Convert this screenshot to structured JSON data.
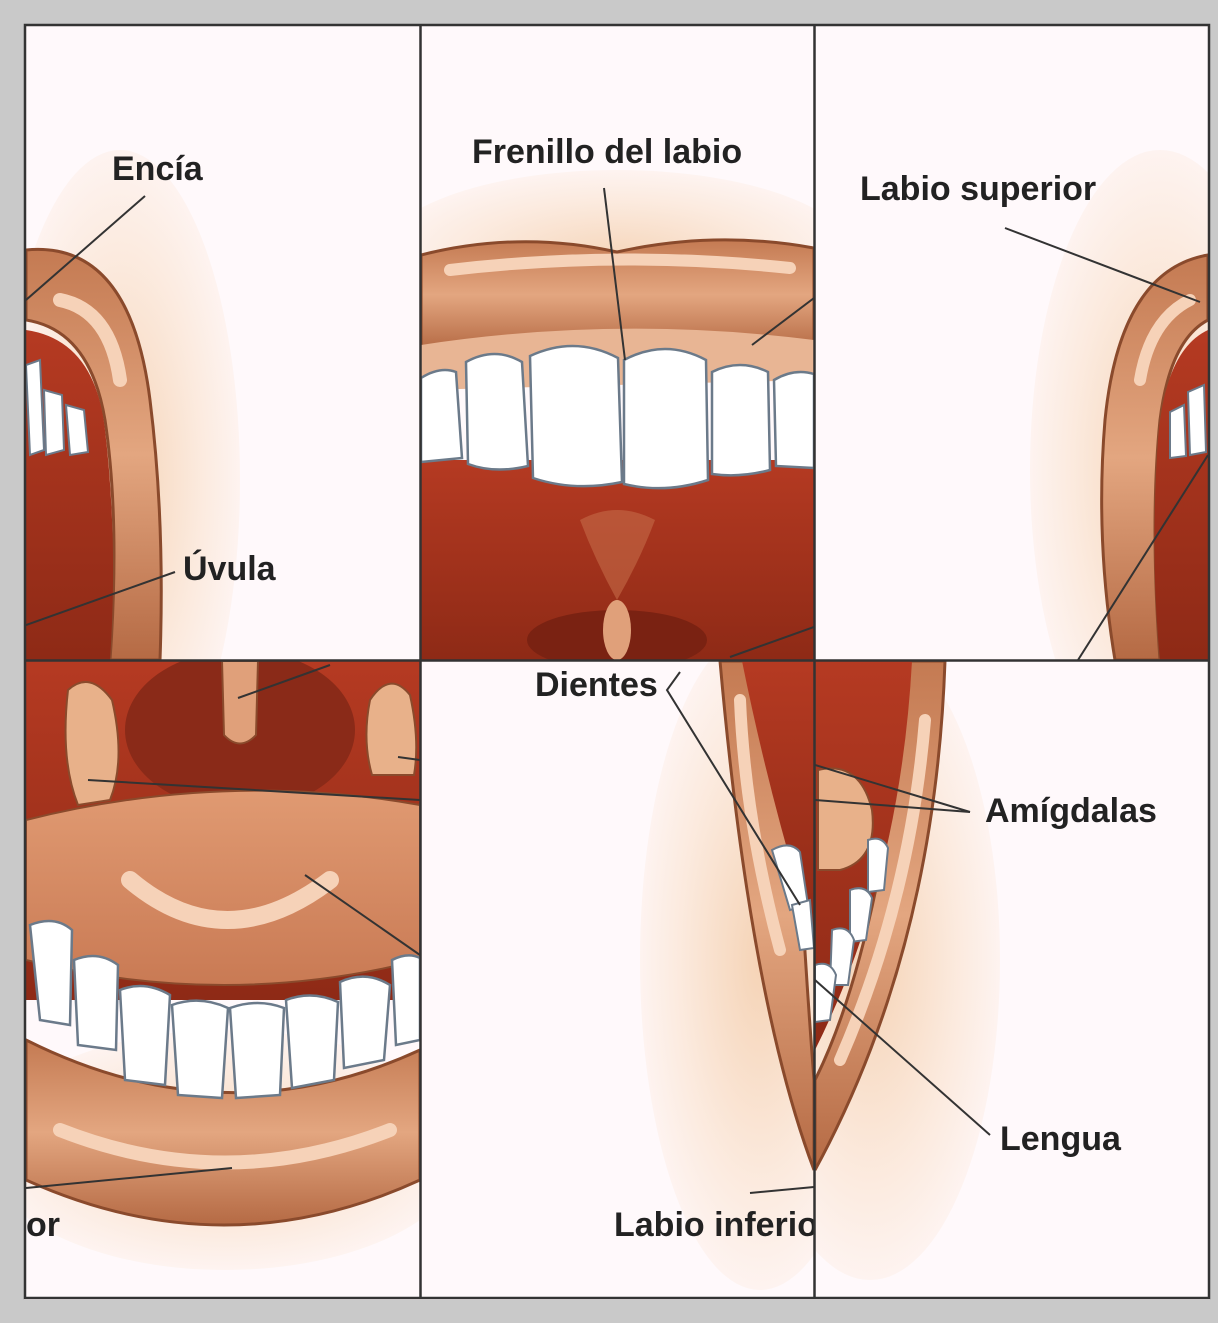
{
  "labels": {
    "encia": "Encía",
    "frenillo": "Frenillo del labio",
    "labio_superior": "Labio superior",
    "uvula": "Úvula",
    "dientes": "Dientes",
    "amigdalas": "Amígdalas",
    "lengua": "Lengua",
    "labio_inferior_fragment_left": "or",
    "labio_inferior_fragment_right": "Labio inferio"
  },
  "colors": {
    "frame": "#c9c9c9",
    "tile_background": "#fff9fb",
    "lip": "#c9835c",
    "lip_highlight": "#efc0a0",
    "mouth_interior": "#a8331e",
    "mouth_dark": "#7a2212",
    "teeth": "#ffffff",
    "teeth_outline": "#6b7a8a",
    "grid_line": "#333333",
    "label_text": "#222222"
  }
}
